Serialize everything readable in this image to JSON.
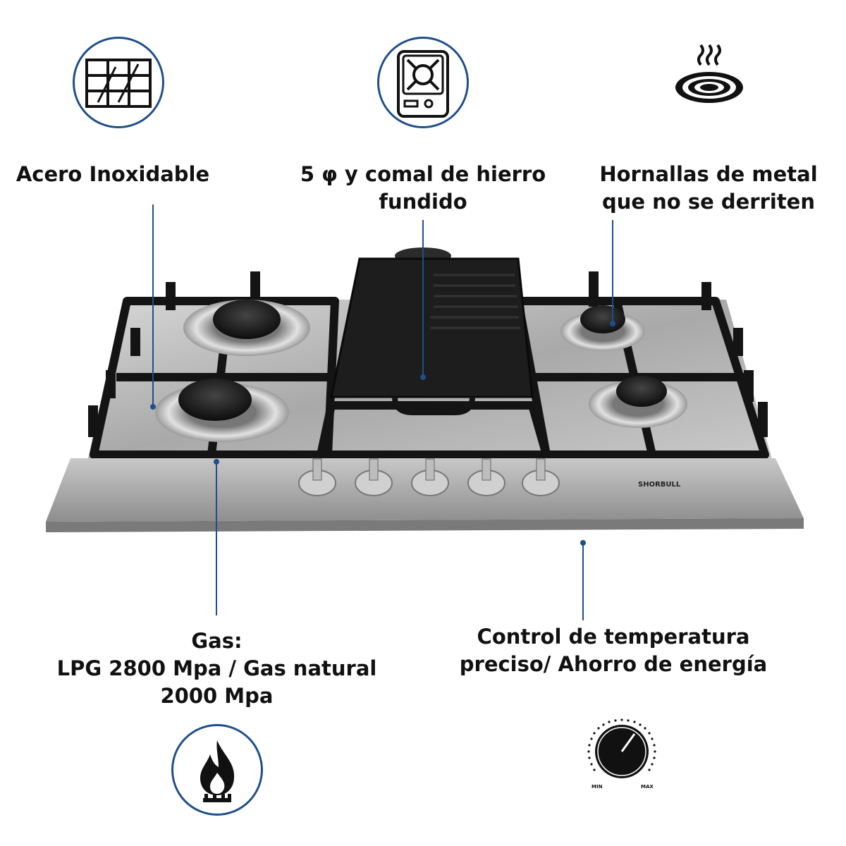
{
  "features": {
    "steel": "Acero Inoxidable",
    "burners_line1": "5 φ y comal de hierro",
    "burners_line2": "fundido",
    "metal_line1": "Hornallas de metal",
    "metal_line2": "que no se derriten",
    "gas_line1": "Gas:",
    "gas_line2": "LPG 2800 Mpa / Gas natural",
    "gas_line3": "2000 Mpa",
    "control_line1": "Control de temperatura",
    "control_line2": "preciso/ Ahorro de energía"
  },
  "brand": "SHORBULL",
  "dial": {
    "min": "MIN",
    "max": "MAX"
  },
  "icons": [
    "glass-grid-icon",
    "stove-icon",
    "hot-burner-icon",
    "gas-flame-icon",
    "temperature-dial-icon"
  ],
  "colors": {
    "accent": "#1f4f8b",
    "text": "#111111",
    "steel": "#b8b8b8",
    "iron": "#1a1a1a"
  }
}
